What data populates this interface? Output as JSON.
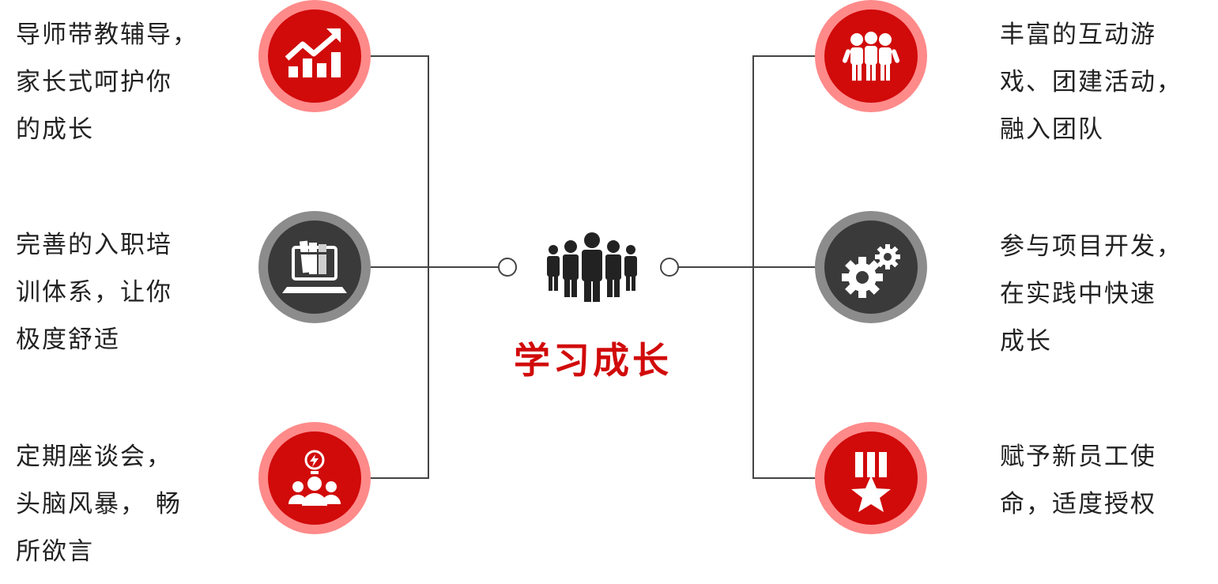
{
  "center": {
    "title": "学习成长",
    "icon": "people-group-icon",
    "title_color": "#d10a0a"
  },
  "colors": {
    "red_inner": "#d10a0a",
    "red_outer": "#ff8a8a",
    "gray_inner": "#3a3a3a",
    "gray_outer": "#8c8c8c",
    "line": "#444444"
  },
  "left": [
    {
      "icon": "growth-chart-icon",
      "theme": "red",
      "lines": [
        "导师带教辅导，",
        "家长式呵护你",
        "的成长"
      ]
    },
    {
      "icon": "laptop-books-icon",
      "theme": "gray",
      "lines": [
        "完善的入职培",
        "训体系，让你",
        "极度舒适"
      ]
    },
    {
      "icon": "idea-team-icon",
      "theme": "red",
      "lines": [
        "定期座谈会，",
        "头脑风暴， 畅",
        "所欲言"
      ]
    }
  ],
  "right": [
    {
      "icon": "team-people-icon",
      "theme": "red",
      "lines": [
        "丰富的互动游",
        "戏、团建活动，",
        "融入团队"
      ]
    },
    {
      "icon": "gears-icon",
      "theme": "gray",
      "lines": [
        "参与项目开发，",
        "在实践中快速",
        "成长"
      ]
    },
    {
      "icon": "medal-star-icon",
      "theme": "red",
      "lines": [
        "赋予新员工使",
        "命，适度授权"
      ]
    }
  ]
}
